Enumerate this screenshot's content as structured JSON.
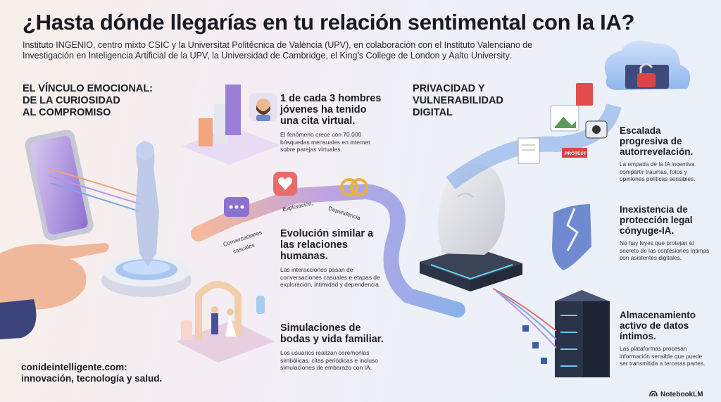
{
  "title": "¿Hasta dónde llegarías en tu relación sentimental con la IA?",
  "subtitle": "Instituto INGENIO, centro mixto CSIC y la Universitat Politècnica de València (UPV), en colaboración con el Instituto Valenciano de Investigación en Inteligencia Artificial de la UPV, la Universidad de Cambridge, el King's College de London y Aalto University.",
  "left_section": {
    "heading_lines": [
      "EL VÍNCULO EMOCIONAL:",
      "DE LA CURIOSIDAD",
      "AL COMPROMISO"
    ],
    "stats": [
      {
        "title": "1 de cada 3 hombres jóvenes ha tenido una cita virtual.",
        "body": "El fenómeno crece con 70.000 búsquedas mensuales en internet sobre parejas virtuales."
      },
      {
        "title": "Evolución similar a las relaciones humanas.",
        "body": "Las interacciones pasan de conversaciones casuales e etapas de exploración, intimidad y dependencia."
      },
      {
        "title": "Simulaciones de bodas y vida familiar.",
        "body": "Los usuarios realizan ceremonias simbólicas, citas periódicas e incluso simulaciones de embarazo con IA."
      }
    ],
    "path_labels": {
      "casual": "Conversaciones casuales",
      "exploration": "Exploración,",
      "dependency": "Dependencia"
    }
  },
  "right_section": {
    "heading_lines": [
      "PRIVACIDAD Y",
      "VULNERABILIDAD",
      "DIGITAL"
    ],
    "stats": [
      {
        "title": "Escalada progresiva de autorrevelación.",
        "body": "La empatía de la IA incentiva compartir traumas, fotos y opiniones políticas sensibles."
      },
      {
        "title": "Inexistencia de protección legal cónyuge-IA.",
        "body": "No hay leyes que protejan el secreto de las confesiones íntimas con asistentes digitales."
      },
      {
        "title": "Almacenamiento activo de datos íntimos.",
        "body": "Las plataformas procesan información sensible que puede ser transmitida a terceras partes."
      }
    ],
    "protest_label": "PROTEST"
  },
  "footer": {
    "site": "conideintelligente.com: innovación, tecnología y salud.",
    "brand": "NotebookLM"
  },
  "colors": {
    "accent_orange": "#f29c6b",
    "accent_purple": "#9b7fd6",
    "accent_blue": "#5a8fd8",
    "dark": "#2b3346"
  }
}
